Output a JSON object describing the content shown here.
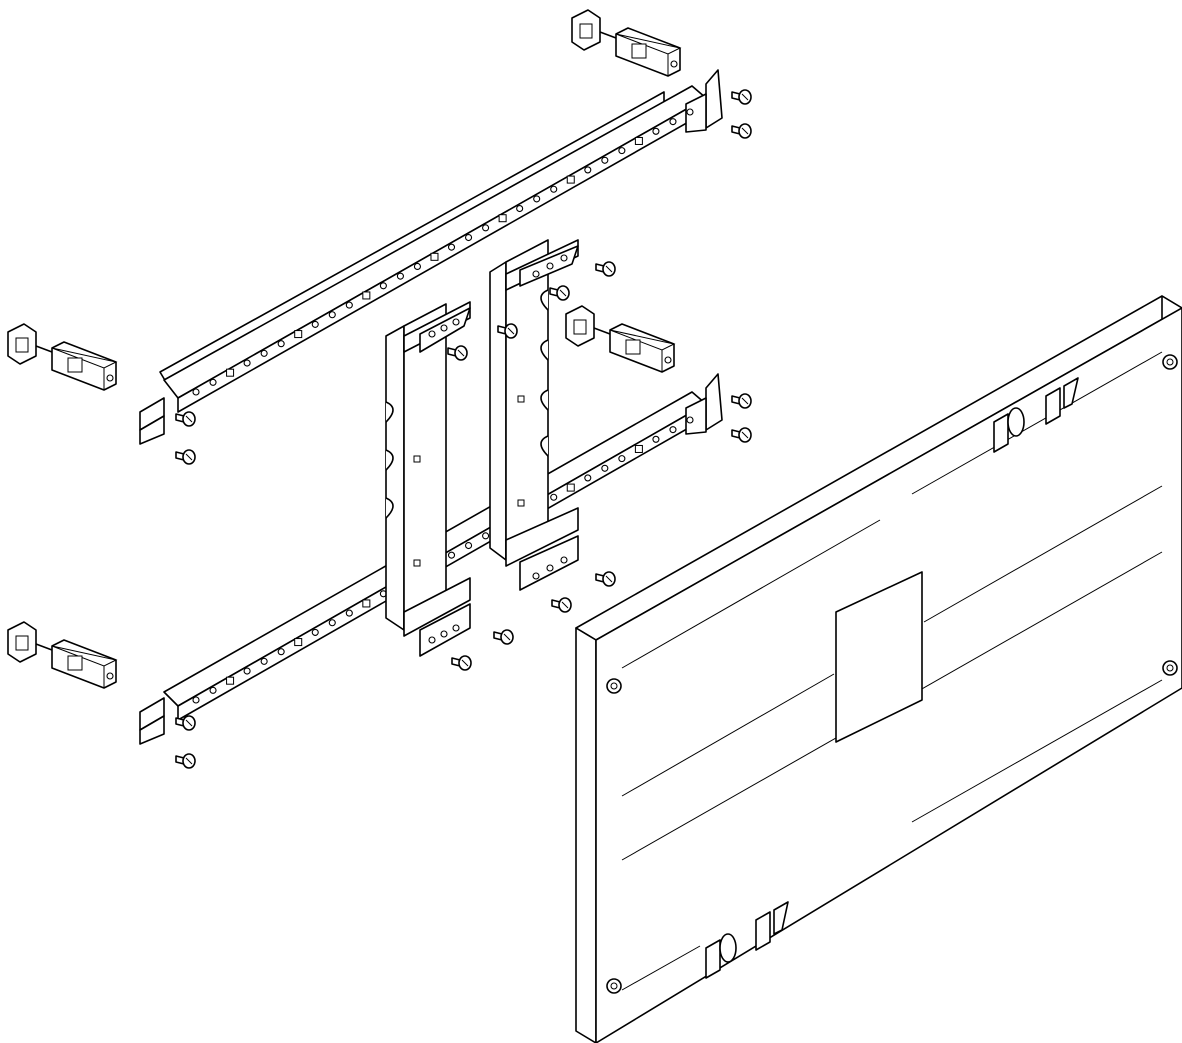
{
  "diagram": {
    "type": "exploded-assembly-drawing",
    "background": "#ffffff",
    "line_color": "#000000",
    "components": [
      {
        "name": "cover-plate",
        "count": 1
      },
      {
        "name": "mounting-rail",
        "count": 2
      },
      {
        "name": "mounting-bracket",
        "count": 2
      },
      {
        "name": "clamp-fastener",
        "count": 4
      },
      {
        "name": "screw",
        "count": 16
      }
    ]
  }
}
